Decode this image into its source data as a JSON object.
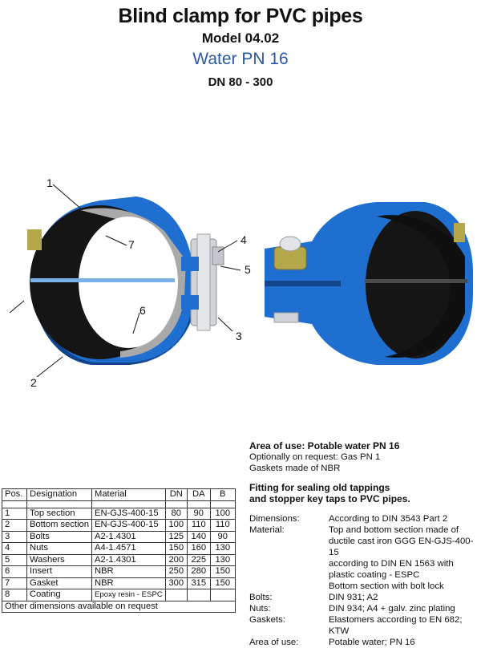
{
  "header": {
    "title": "Blind clamp for PVC pipes",
    "model": "Model 04.02",
    "water": "Water PN 16",
    "dn_range": "DN 80 - 300"
  },
  "callouts": [
    "1",
    "7",
    "6",
    "2",
    "4",
    "5",
    "3"
  ],
  "parts_table": {
    "headers": [
      "Pos.",
      "Designation",
      "Material",
      "DN",
      "DA",
      "B"
    ],
    "rows": [
      [
        "1",
        "Top section",
        "EN-GJS-400-15",
        "80",
        "90",
        "100"
      ],
      [
        "2",
        "Bottom section",
        "EN-GJS-400-15",
        "100",
        "110",
        "110"
      ],
      [
        "3",
        "Bolts",
        "A2-1.4301",
        "125",
        "140",
        "90"
      ],
      [
        "4",
        "Nuts",
        "A4-1.4571",
        "150",
        "160",
        "130"
      ],
      [
        "5",
        "Washers",
        "A2-1.4301",
        "200",
        "225",
        "130"
      ],
      [
        "6",
        "Insert",
        "NBR",
        "250",
        "280",
        "150"
      ],
      [
        "7",
        "Gasket",
        "NBR",
        "300",
        "315",
        "150"
      ],
      [
        "8",
        "Coating",
        "Epoxy resin - ESPC",
        "",
        "",
        ""
      ]
    ],
    "footer": "Other dimensions available on request"
  },
  "area": {
    "heading": "Area of use:  Potable water PN 16",
    "line1": "Optionally on request:  Gas PN 1",
    "line2": "Gaskets made of NBR"
  },
  "fitting": {
    "line1": "Fitting for sealing old tappings",
    "line2": "and stopper key taps to PVC pipes."
  },
  "specs": [
    {
      "label": "Dimensions:",
      "value": "According to DIN 3543 Part 2"
    },
    {
      "label": "Material:",
      "value": "Top and bottom section made of"
    },
    {
      "label": "",
      "value": "ductile cast iron GGG  EN-GJS-400-15"
    },
    {
      "label": "",
      "value": "according to DIN EN 1563 with"
    },
    {
      "label": "",
      "value": "plastic coating - ESPC"
    },
    {
      "label": "",
      "value": "Bottom section with bolt lock"
    },
    {
      "label": "Bolts:",
      "value": "DIN 931; A2"
    },
    {
      "label": "Nuts:",
      "value": "DIN 934; A4 + galv. zinc plating"
    },
    {
      "label": "Gaskets:",
      "value": "Elastomers according to EN 682;  KTW"
    },
    {
      "label": "Area of use:",
      "value": "Potable water; PN 16"
    }
  ],
  "colors": {
    "clamp_blue": "#1f6fd0",
    "clamp_dark": "#12448a",
    "gasket_black": "#151515",
    "accent_text": "#2a57a6"
  }
}
